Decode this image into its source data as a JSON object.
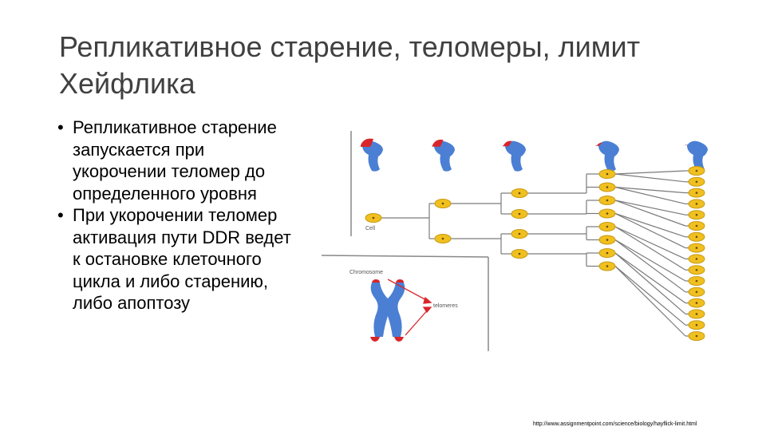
{
  "slide": {
    "title": "Репликативное старение, теломеры, лимит Хейфлика",
    "bullets": [
      "Репликативное старение запускается при укорочении теломер до определенного уровня",
      "При укорочении теломер активация пути DDR ведет к остановке клеточного цикла и либо старению, либо апоптозу"
    ],
    "source_url": "http://www.assignmentpoint.com/science/biology/hayflick-limit.html"
  },
  "figure": {
    "cell_label": "Cell",
    "chromosome_label": "Chromosome",
    "telomeres_label": "telomeres",
    "colors": {
      "chromosome": "#4a7fd4",
      "telomere": "#d9252a",
      "cell": "#f0c020",
      "line": "#7a7a7a"
    }
  }
}
